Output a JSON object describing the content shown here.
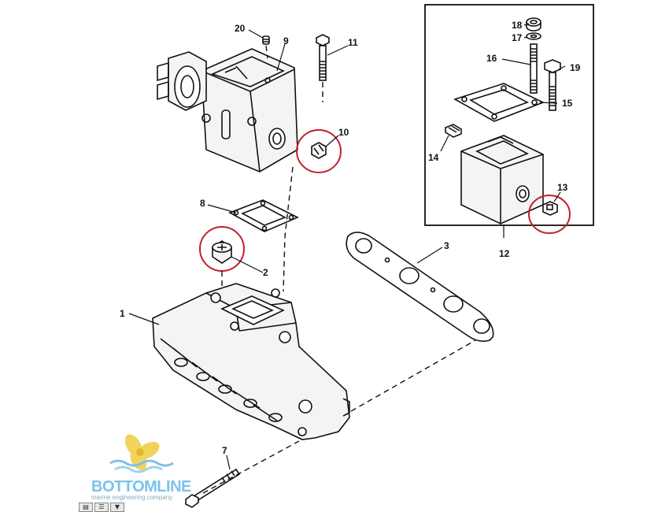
{
  "callouts": {
    "c1": "1",
    "c2": "2",
    "c3": "3",
    "c7": "7",
    "c8": "8",
    "c9": "9",
    "c10": "10",
    "c11": "11",
    "c12": "12",
    "c13": "13",
    "c14": "14",
    "c15": "15",
    "c16": "16",
    "c17": "17",
    "c18": "18",
    "c19": "19",
    "c20": "20"
  },
  "logo": {
    "name": "BOTTOMLINE",
    "tagline": "marine engineering company"
  },
  "colors": {
    "highlight": "#c0202a",
    "logo_blue": "#7cc2e8",
    "logo_yellow": "#f2d35a"
  },
  "toolbar": {
    "icons": [
      "save-icon",
      "list-view-icon",
      "dropdown-arrow-icon"
    ]
  }
}
